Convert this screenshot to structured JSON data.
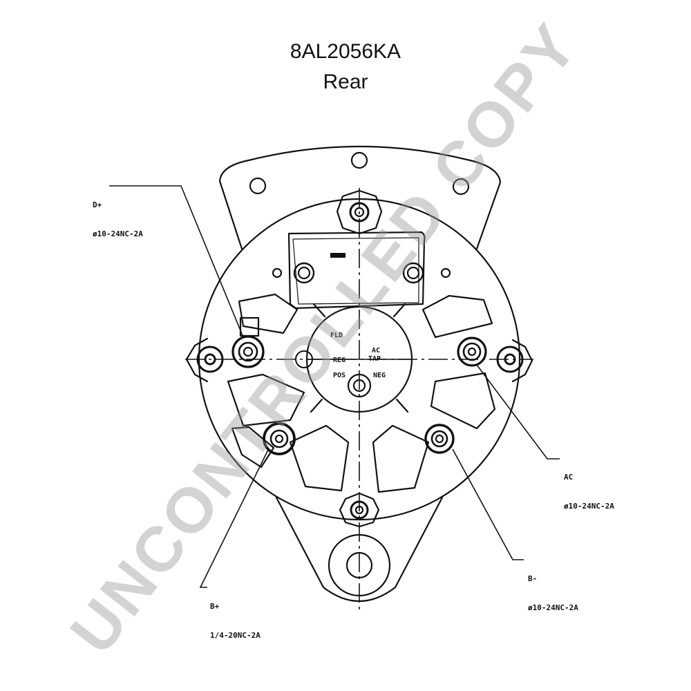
{
  "header": {
    "part_number": "8AL2056KA",
    "view": "Rear"
  },
  "callouts": {
    "d_plus": {
      "name": "D+",
      "thread": "ø10-24NC-2A"
    },
    "ac": {
      "name": "AC",
      "thread": "ø10-24NC-2A"
    },
    "b_minus": {
      "name": "B-",
      "thread": "ø10-24NC-2A"
    },
    "b_plus": {
      "name": "B+",
      "thread": "1/4-20NC-2A"
    }
  },
  "terminal_panel": {
    "fld": "FLD",
    "ac_tap_1": "AC",
    "ac_tap_2": "TAP",
    "reg": "REG",
    "pos": "POS",
    "neg": "NEG"
  },
  "watermark": "UNCONTROLLED COPY",
  "colors": {
    "line": "#111111",
    "watermark": "#999999"
  }
}
